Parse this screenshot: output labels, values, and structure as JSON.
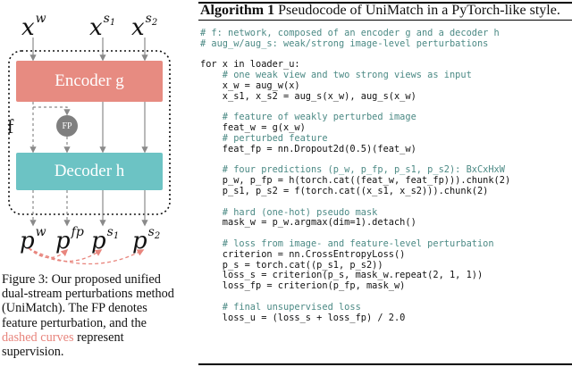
{
  "figure": {
    "inputs": [
      {
        "base": "x",
        "sup": "w",
        "sub": ""
      },
      {
        "base": "x",
        "sup": "s",
        "sub": "1"
      },
      {
        "base": "x",
        "sup": "s",
        "sub": "2"
      }
    ],
    "encoder_label": "Encoder g",
    "decoder_label": "Decoder h",
    "fp_label": "FP",
    "network_label": "f",
    "outputs": [
      {
        "base": "p",
        "sup": "w",
        "sub": ""
      },
      {
        "base": "p",
        "sup": "fp",
        "sub": ""
      },
      {
        "base": "p",
        "sup": "s",
        "sub": "1"
      },
      {
        "base": "p",
        "sup": "s",
        "sub": "2"
      }
    ],
    "colors": {
      "encoder": "#e78b81",
      "decoder": "#6cc3c4",
      "fp": "#7f7f7f",
      "supervision": "#e8857d"
    }
  },
  "caption": {
    "part1": "Figure 3: Our proposed unified dual-stream perturbations method (UniMatch). The FP denotes feature perturbation, and the ",
    "dashed": "dashed curves",
    "part2": " represent supervision."
  },
  "algorithm": {
    "label": "Algorithm 1",
    "title": "Pseudocode of UniMatch in a PyTorch-like style.",
    "lines": [
      {
        "t": "cm",
        "s": "# f: network, composed of an encoder g and a decoder h"
      },
      {
        "t": "cm",
        "s": "# aug_w/aug_s: weak/strong image-level perturbations"
      },
      {
        "t": "tx",
        "s": ""
      },
      {
        "t": "tx",
        "s": "for x in loader_u:"
      },
      {
        "t": "cm",
        "s": "    # one weak view and two strong views as input"
      },
      {
        "t": "tx",
        "s": "    x_w = aug_w(x)"
      },
      {
        "t": "tx",
        "s": "    x_s1, x_s2 = aug_s(x_w), aug_s(x_w)"
      },
      {
        "t": "tx",
        "s": ""
      },
      {
        "t": "cm",
        "s": "    # feature of weakly perturbed image"
      },
      {
        "t": "tx",
        "s": "    feat_w = g(x_w)"
      },
      {
        "t": "cm",
        "s": "    # perturbed feature"
      },
      {
        "t": "tx",
        "s": "    feat_fp = nn.Dropout2d(0.5)(feat_w)"
      },
      {
        "t": "tx",
        "s": ""
      },
      {
        "t": "cm",
        "s": "    # four predictions (p_w, p_fp, p_s1, p_s2): BxCxHxW"
      },
      {
        "t": "tx",
        "s": "    p_w, p_fp = h(torch.cat((feat_w, feat_fp))).chunk(2)"
      },
      {
        "t": "tx",
        "s": "    p_s1, p_s2 = f(torch.cat((x_s1, x_s2))).chunk(2)"
      },
      {
        "t": "tx",
        "s": ""
      },
      {
        "t": "cm",
        "s": "    # hard (one-hot) pseudo mask"
      },
      {
        "t": "tx",
        "s": "    mask_w = p_w.argmax(dim=1).detach()"
      },
      {
        "t": "tx",
        "s": ""
      },
      {
        "t": "cm",
        "s": "    # loss from image- and feature-level perturbation"
      },
      {
        "t": "tx",
        "s": "    criterion = nn.CrossEntropyLoss()"
      },
      {
        "t": "tx",
        "s": "    p_s = torch.cat((p_s1, p_s2))"
      },
      {
        "t": "tx",
        "s": "    loss_s = criterion(p_s, mask_w.repeat(2, 1, 1))"
      },
      {
        "t": "tx",
        "s": "    loss_fp = criterion(p_fp, mask_w)"
      },
      {
        "t": "tx",
        "s": ""
      },
      {
        "t": "cm",
        "s": "    # final unsupervised loss"
      },
      {
        "t": "tx",
        "s": "    loss_u = (loss_s + loss_fp) / 2.0"
      }
    ]
  }
}
